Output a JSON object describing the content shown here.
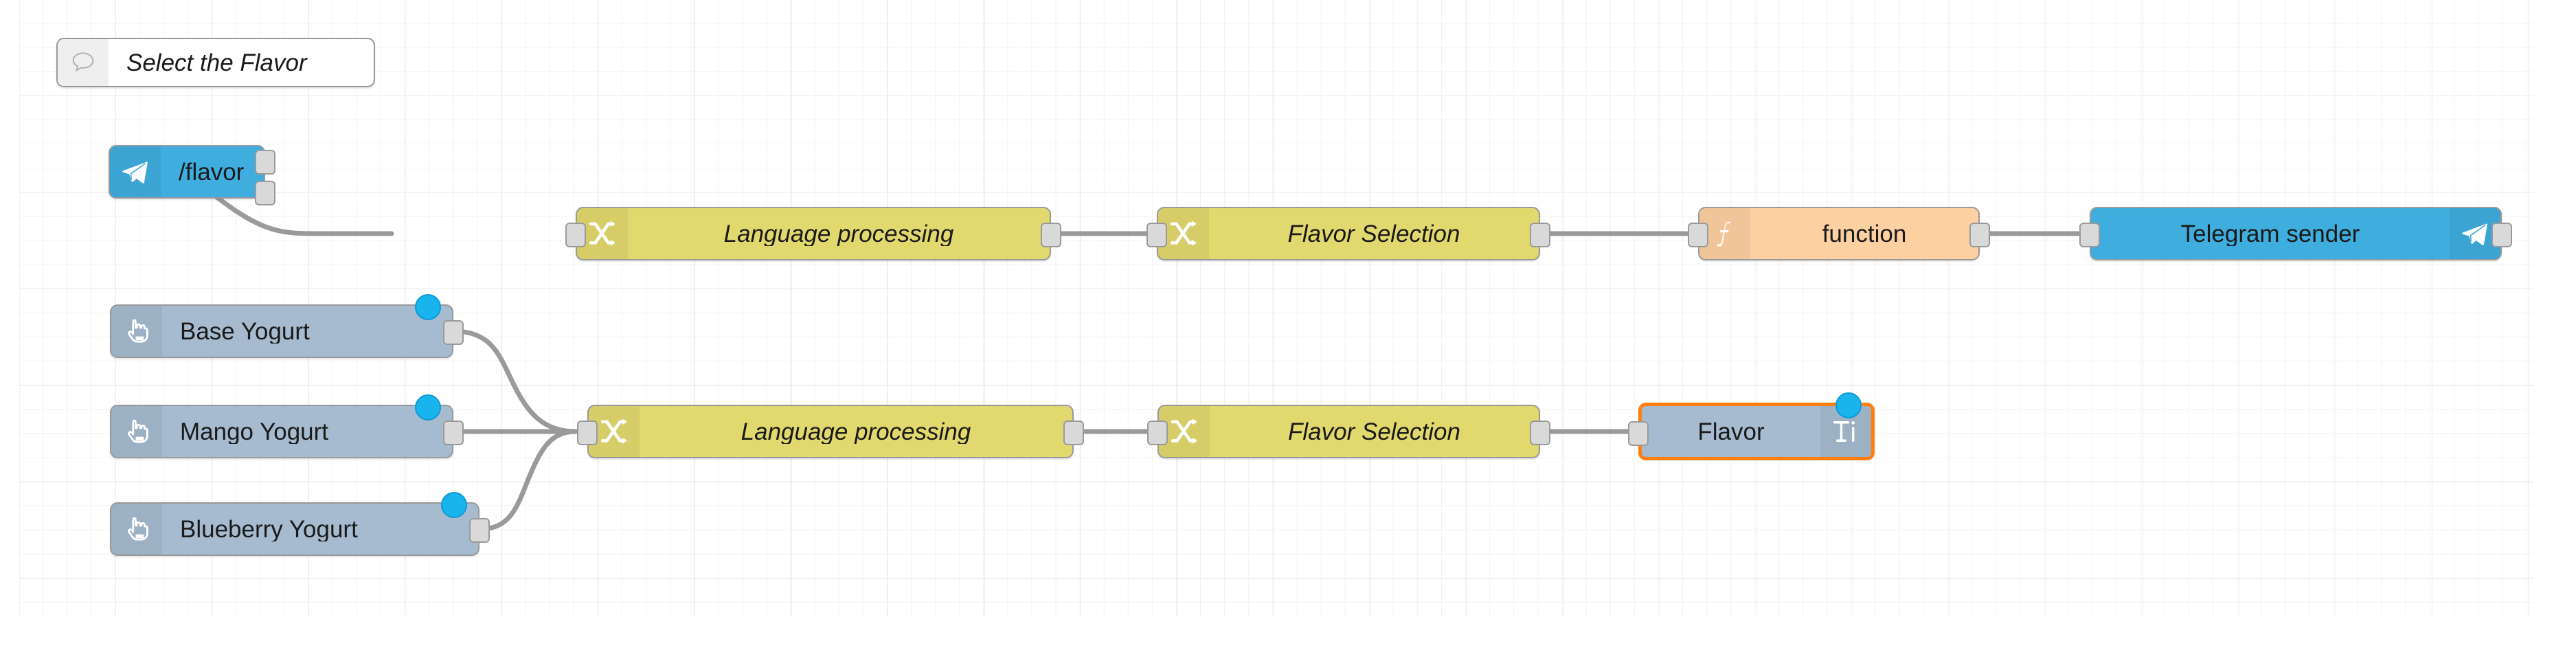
{
  "app": {
    "name": "Node-RED flow editor",
    "canvas_background": "#ffffff",
    "grid_color": "#eaeaea",
    "wire_color": "#9a9a9a",
    "selection_color": "#ff7f0e",
    "status_dot_color": "#19B3EE"
  },
  "comment": {
    "label": "Select the Flavor",
    "icon": "speech-bubble-icon",
    "color": "#ffffff"
  },
  "nodes": [
    {
      "id": "flavor-command",
      "label": "/flavor",
      "type": "telegram-command",
      "icon": "telegram-paper-plane-icon",
      "color": "#3FADDE",
      "icon_side": "left",
      "italic": false,
      "inputs": 0,
      "outputs": 2,
      "status_dot": false,
      "selected": false
    },
    {
      "id": "language-processing-top",
      "label": "Language processing",
      "type": "switch",
      "icon": "switch-arrows-icon",
      "color": "#E2D96E",
      "icon_side": "left",
      "italic": true,
      "inputs": 1,
      "outputs": 1,
      "status_dot": false,
      "selected": false
    },
    {
      "id": "flavor-selection-top",
      "label": "Flavor Selection",
      "type": "switch",
      "icon": "switch-arrows-icon",
      "color": "#E2D96E",
      "icon_side": "left",
      "italic": true,
      "inputs": 1,
      "outputs": 1,
      "status_dot": false,
      "selected": false
    },
    {
      "id": "function-node",
      "label": "function",
      "type": "function",
      "icon": "function-f-icon",
      "color": "#FDD0A2",
      "icon_side": "left",
      "italic": false,
      "inputs": 1,
      "outputs": 1,
      "status_dot": false,
      "selected": false
    },
    {
      "id": "telegram-sender",
      "label": "Telegram sender",
      "type": "telegram-sender",
      "icon": "telegram-paper-plane-icon",
      "color": "#3FADDE",
      "icon_side": "right",
      "italic": false,
      "inputs": 1,
      "outputs": 1,
      "status_dot": false,
      "selected": false
    },
    {
      "id": "base-yogurt",
      "label": "Base Yogurt",
      "type": "inject",
      "icon": "pointing-hand-icon",
      "color": "#A6BBCF",
      "icon_side": "left",
      "italic": false,
      "inputs": 0,
      "outputs": 1,
      "status_dot": true,
      "selected": false
    },
    {
      "id": "mango-yogurt",
      "label": "Mango Yogurt",
      "type": "inject",
      "icon": "pointing-hand-icon",
      "color": "#A6BBCF",
      "icon_side": "left",
      "italic": false,
      "inputs": 0,
      "outputs": 1,
      "status_dot": true,
      "selected": false
    },
    {
      "id": "blueberry-yogurt",
      "label": "Blueberry Yogurt",
      "type": "inject",
      "icon": "pointing-hand-icon",
      "color": "#A6BBCF",
      "icon_side": "left",
      "italic": false,
      "inputs": 0,
      "outputs": 1,
      "status_dot": true,
      "selected": false
    },
    {
      "id": "language-processing-bottom",
      "label": "Language processing",
      "type": "switch",
      "icon": "switch-arrows-icon",
      "color": "#E2D96E",
      "icon_side": "left",
      "italic": true,
      "inputs": 1,
      "outputs": 1,
      "status_dot": false,
      "selected": false
    },
    {
      "id": "flavor-selection-bottom",
      "label": "Flavor Selection",
      "type": "switch",
      "icon": "switch-arrows-icon",
      "color": "#E2D96E",
      "icon_side": "left",
      "italic": true,
      "inputs": 1,
      "outputs": 1,
      "status_dot": false,
      "selected": false
    },
    {
      "id": "flavor-debug",
      "label": "Flavor",
      "type": "debug",
      "icon": "debug-ti-icon",
      "color": "#A6BBCF",
      "icon_side": "right",
      "italic": false,
      "inputs": 1,
      "outputs": 0,
      "status_dot": true,
      "selected": true
    }
  ],
  "labels": {
    "comment_text": "Select the Flavor",
    "flavor_command": "/flavor",
    "language_processing_top": "Language processing",
    "flavor_selection_top": "Flavor Selection",
    "function": "function",
    "telegram_sender": "Telegram sender",
    "base_yogurt": "Base Yogurt",
    "mango_yogurt": "Mango Yogurt",
    "blueberry_yogurt": "Blueberry Yogurt",
    "language_processing_bottom": "Language processing",
    "flavor_selection_bottom": "Flavor Selection",
    "flavor_debug": "Flavor"
  }
}
